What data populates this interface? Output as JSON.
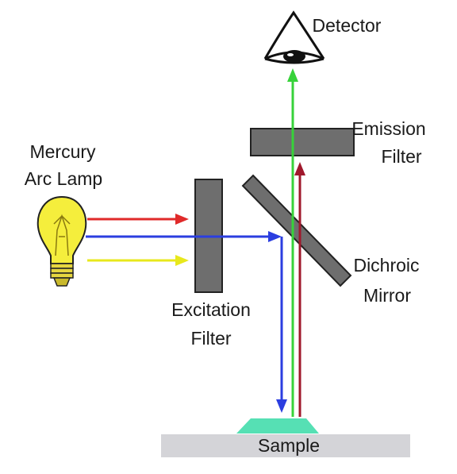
{
  "labels": {
    "detector": "Detector",
    "emission_line1": "Emission",
    "emission_line2": "Filter",
    "lamp_line1": "Mercury",
    "lamp_line2": "Arc Lamp",
    "dichroic_line1": "Dichroic",
    "dichroic_line2": "Mirror",
    "excitation_line1": "Excitation",
    "excitation_line2": "Filter",
    "sample": "Sample"
  },
  "icons": {
    "lamp": "light-bulb-icon",
    "detector": "eye-icon"
  },
  "colors": {
    "filter_fill": "#6e6e6e",
    "red_beam": "#e02a2a",
    "blue_beam": "#2b3ee0",
    "yellow_beam": "#e8e81c",
    "green_beam": "#37d23a",
    "dark_red_beam": "#a0182c",
    "sample_fill": "#56e0b4",
    "stage_fill": "#d4d4d8",
    "bulb_fill": "#f5ee3c"
  }
}
